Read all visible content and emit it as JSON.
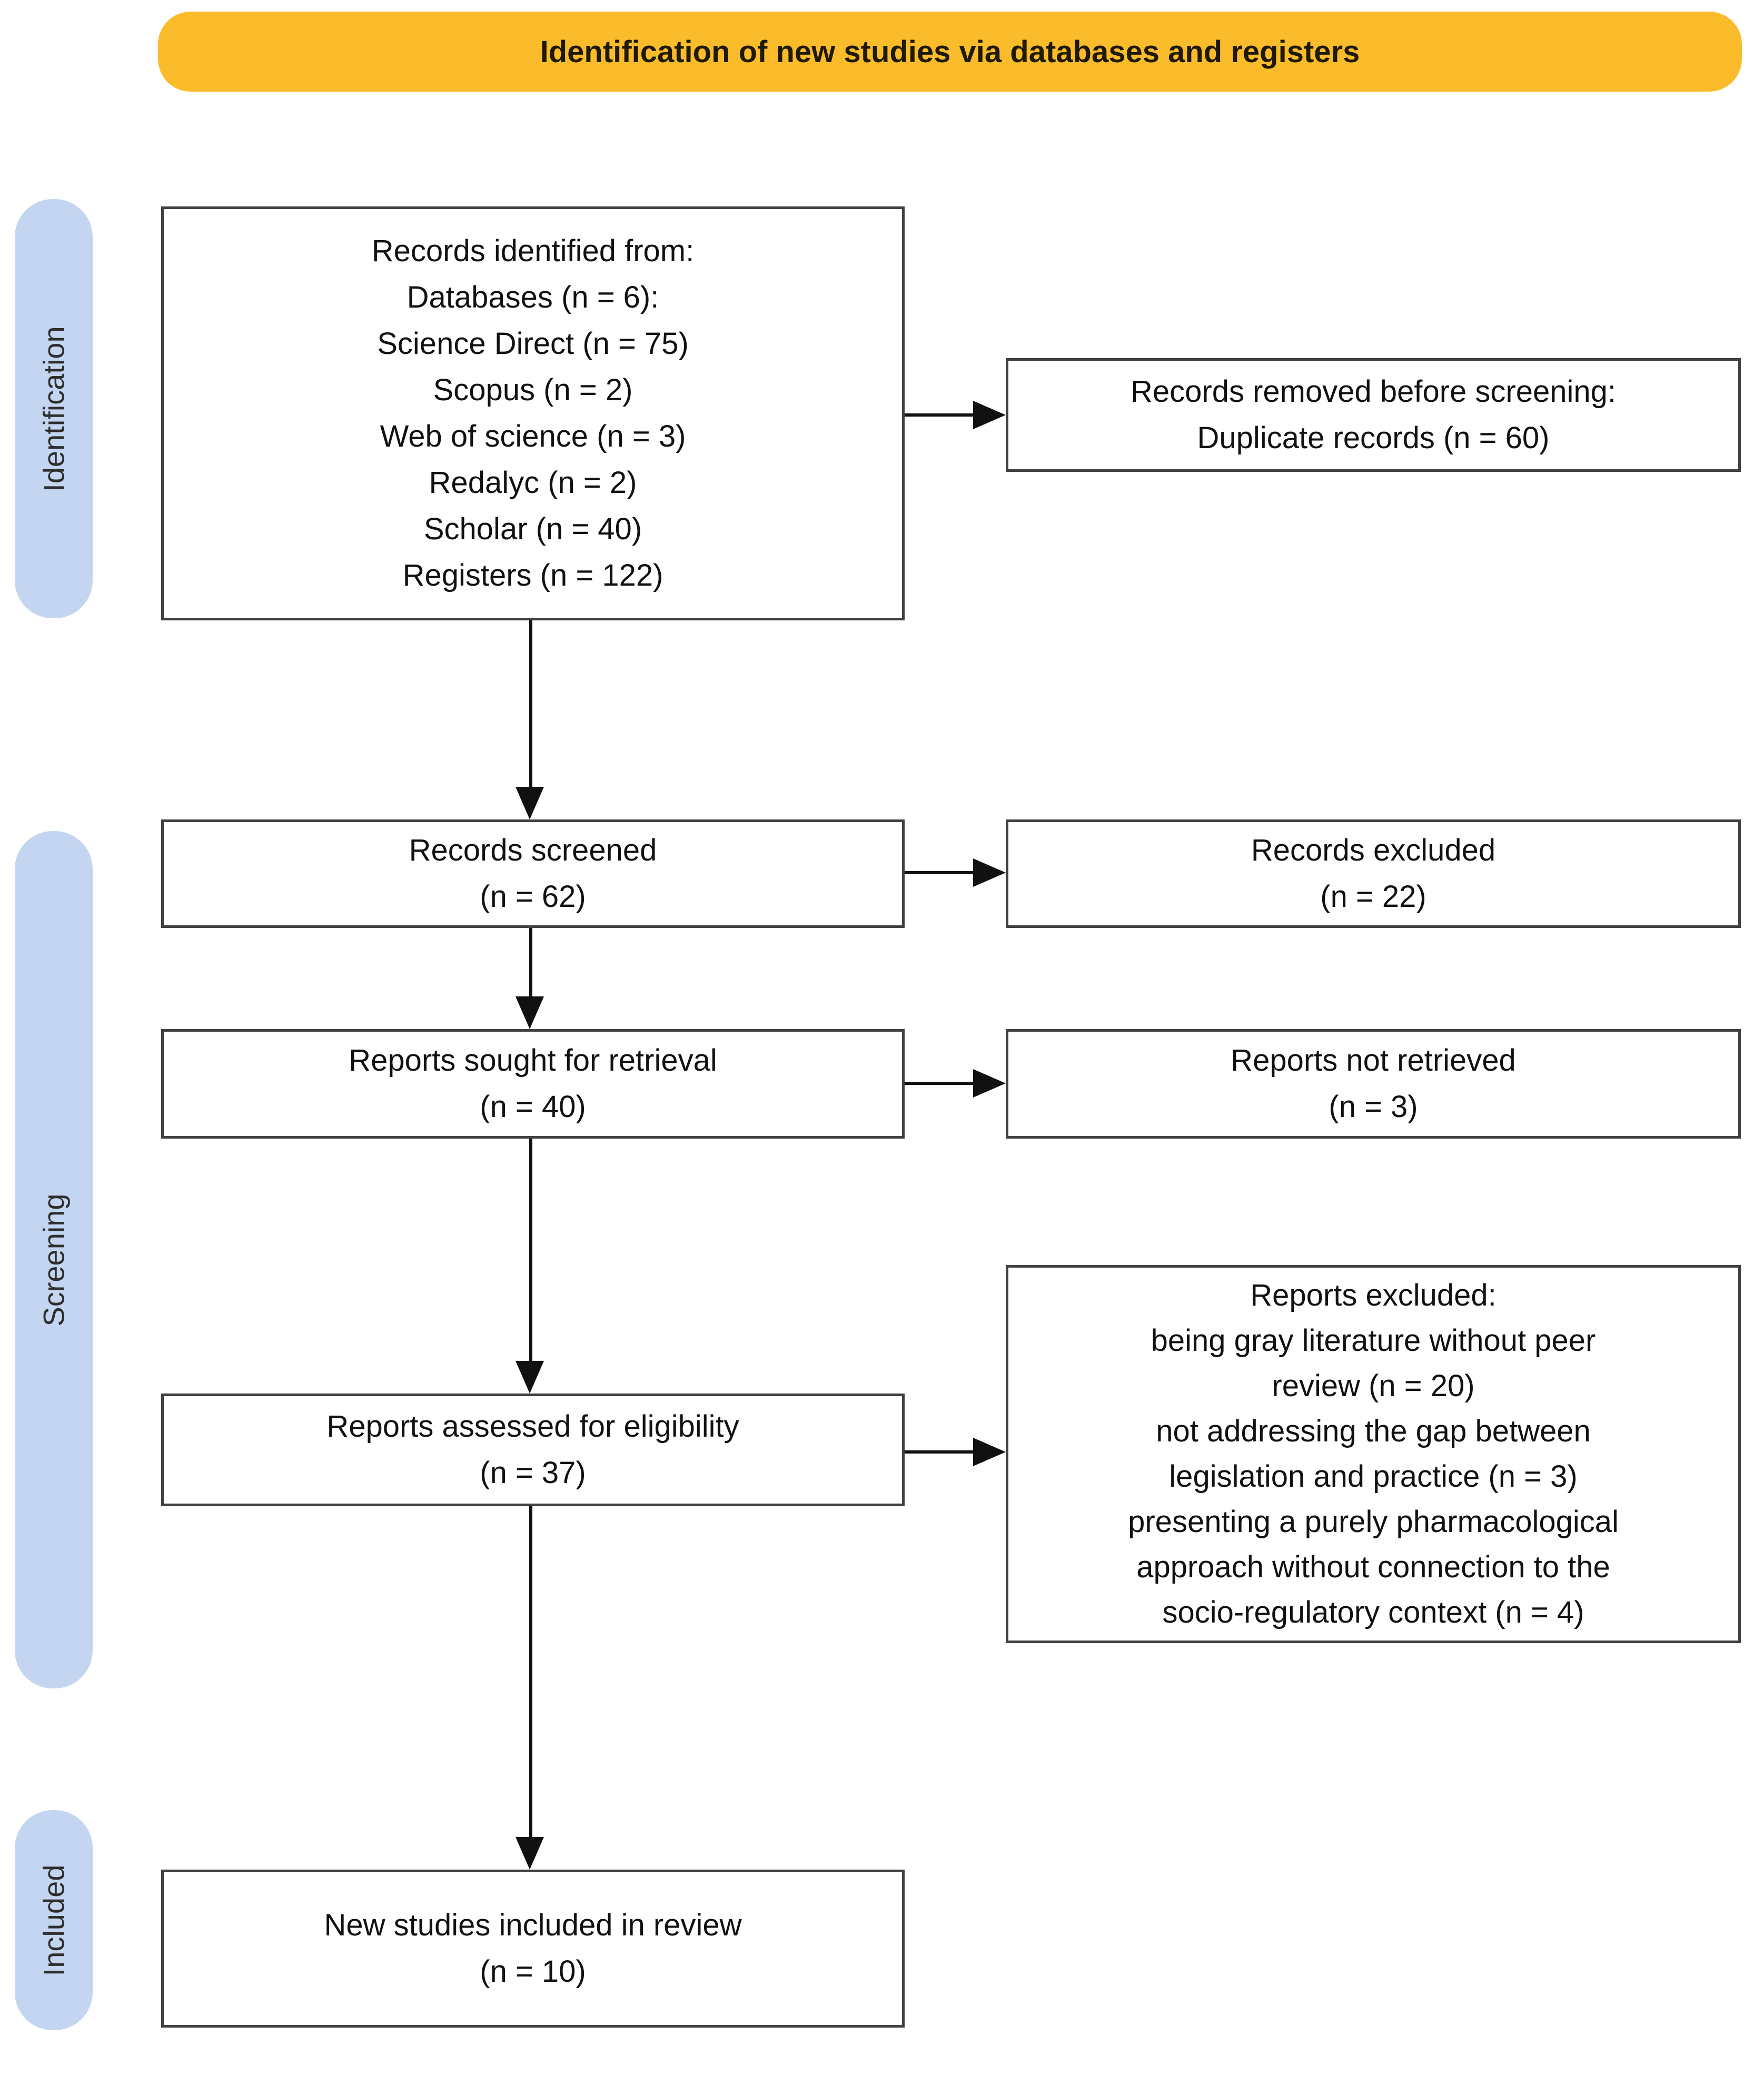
{
  "banner": {
    "label": "Identification of new studies via databases and registers"
  },
  "stages": [
    {
      "label": "Identification"
    },
    {
      "label": "Screening"
    },
    {
      "label": "Included"
    }
  ],
  "boxes": {
    "records_identified": {
      "lines": [
        "Records identified from:",
        "Databases (n = 6):",
        "Science Direct (n = 75)",
        "Scopus (n = 2)",
        "Web of science (n = 3)",
        "Redalyc (n = 2)",
        "Scholar (n = 40)",
        "Registers (n = 122)"
      ]
    },
    "records_removed": {
      "lines": [
        "Records removed before screening:",
        "Duplicate records (n = 60)"
      ]
    },
    "records_screened": {
      "lines": [
        "Records screened",
        "(n = 62)"
      ]
    },
    "records_excluded": {
      "lines": [
        "Records excluded",
        "(n = 22)"
      ]
    },
    "reports_sought": {
      "lines": [
        "Reports sought for retrieval",
        "(n = 40)"
      ]
    },
    "reports_not_retrieved": {
      "lines": [
        "Reports not retrieved",
        "(n = 3)"
      ]
    },
    "reports_assessed": {
      "lines": [
        "Reports assessed for eligibility",
        "(n = 37)"
      ]
    },
    "reports_excluded": {
      "lines": [
        "Reports excluded:",
        "being gray literature without peer",
        "review (n = 20)",
        "not addressing the gap between",
        "legislation and practice (n = 3)",
        "presenting a purely pharmacological",
        "approach without connection to the",
        "socio-regulatory context (n = 4)"
      ]
    },
    "new_studies": {
      "lines": [
        "New studies included in review",
        "(n = 10)"
      ]
    }
  },
  "colors": {
    "banner_bg": "#FBBC2B",
    "stage_pill_bg": "#C3D5F1",
    "box_border": "#414141",
    "arrow": "#111111",
    "text": "#111111"
  }
}
